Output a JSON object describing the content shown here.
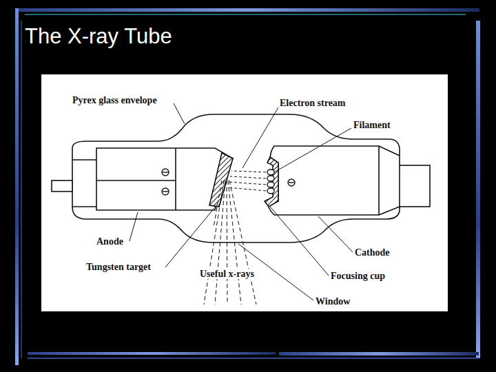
{
  "diagram": {
    "title": "The X-ray Tube",
    "labels": [
      "Pyrex glass envelope",
      "Electron stream",
      "Filament",
      "Anode",
      "Tungsten target",
      "Useful x-rays",
      "Cathode",
      "Focusing cup",
      "Window"
    ]
  }
}
